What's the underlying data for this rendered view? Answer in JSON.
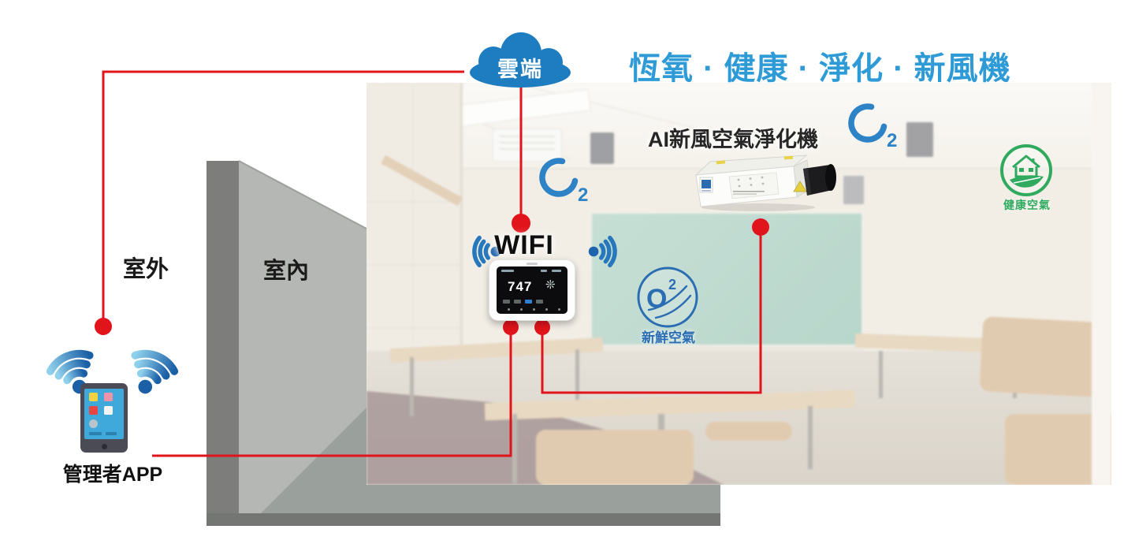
{
  "header": {
    "title": "恆氧 · 健康 · 淨化 · 新風機"
  },
  "zones": {
    "outdoor": "室外",
    "indoor": "室內"
  },
  "nodes": {
    "cloud": {
      "label": "雲端"
    },
    "wifi": {
      "label": "WIFI"
    },
    "purifier": {
      "label": "AI新風空氣淨化機"
    },
    "controller": {
      "reading": "747"
    },
    "admin_app": {
      "label": "管理者APP"
    }
  },
  "badges": {
    "fresh_air": {
      "symbol": "O",
      "superscript": "2",
      "label": "新鮮空氣"
    },
    "healthy_air": {
      "label": "健康空氣"
    },
    "oxygen": {
      "letter": "O",
      "subscript": "2"
    }
  },
  "colors": {
    "cloud_blue": "#1d7dc0",
    "title_blue": "#2e9ad6",
    "line_red": "#e1141c",
    "board_teal": "#8fc6b2",
    "badge_green": "#2faa5e",
    "badge_blue": "#2a6db3",
    "wall_gray": "#b4b7b3"
  }
}
